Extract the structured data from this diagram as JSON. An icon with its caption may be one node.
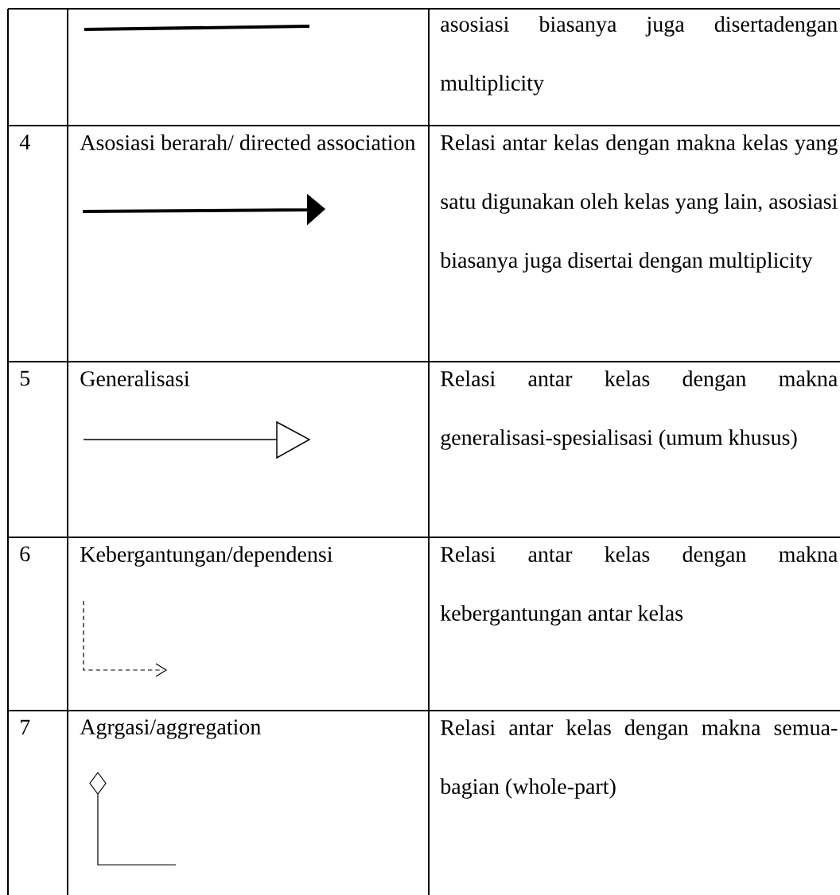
{
  "diagram": {
    "labels": [
      "asosiasi biasanya juga disertadengan multiplicity",
      "4",
      "Asosiasi berarah/ directed association",
      "Relasi antar kelas dengan makna kelas yang satu digunakan oleh kelas yang lain, asosiasi biasanya juga disertai dengan multiplicity",
      "5",
      "Generalisasi",
      "Relasi antar kelas dengan makna generalisasi-spesialisasi (umum khusus)",
      "6",
      "Kebergantungan/dependensi",
      "Relasi antar kelas dengan makna kebergantungan antar kelas",
      "7",
      "Agrgasi/aggregation",
      "Relasi antar kelas dengan makna semua-bagian (whole-part)"
    ]
  }
}
